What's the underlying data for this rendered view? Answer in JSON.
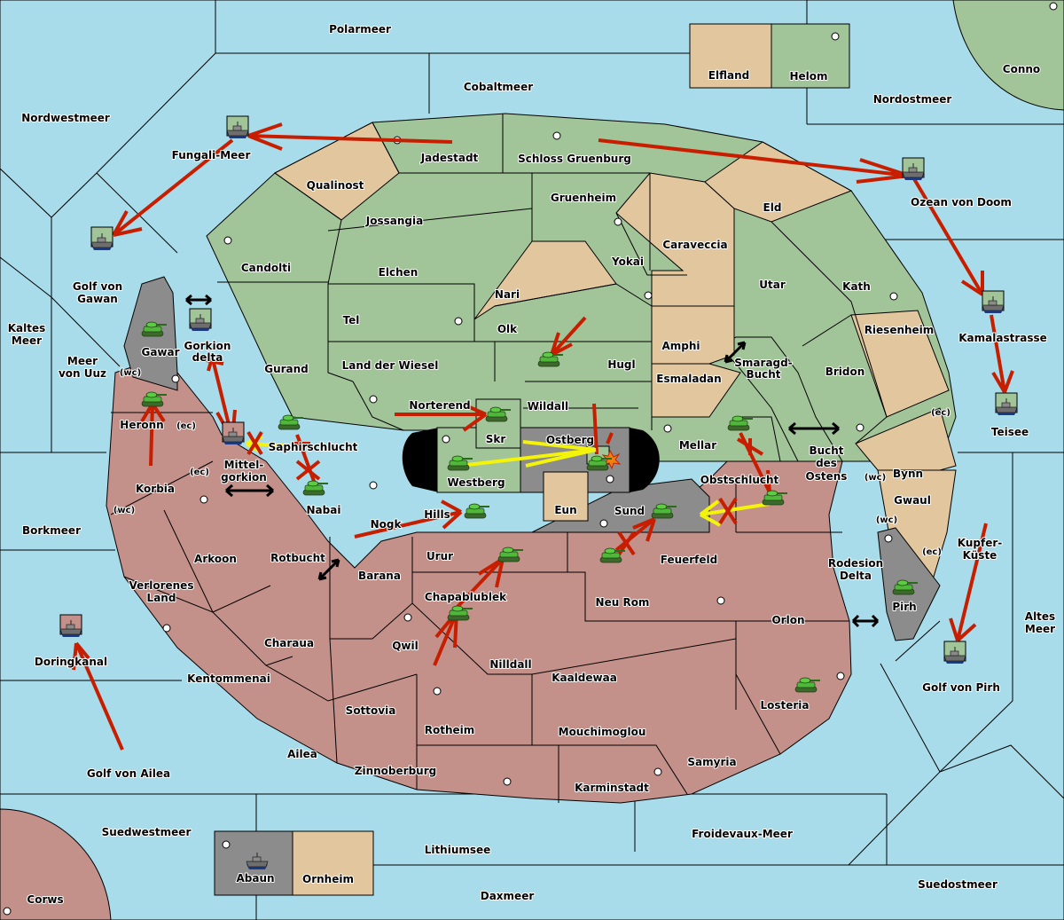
{
  "title": "Diplomacy variant map",
  "colors": {
    "sea": "#a8dcea",
    "power_green": "#a2c499",
    "power_red": "#c4908a",
    "neutral_tan": "#e2c69e",
    "power_grey": "#8c8c8c",
    "order_arrow": "#c81e00",
    "support_arrow": "#f4f40a"
  },
  "seas": [
    "Polarmeer",
    "Cobaltmeer",
    "Nordwestmeer",
    "Fungali-Meer",
    "Nordostmeer",
    "Ozean von Doom",
    "Golf von Gawan",
    "Kaltes Meer",
    "Meer von Uuz",
    "Gorkion delta",
    "Mittel-gorkion",
    "Borkmeer",
    "Rotbucht",
    "Doringkanal",
    "Golf von Ailea",
    "Suedwestmeer",
    "Lithiumsee",
    "Daxmeer",
    "Froidevaux-Meer",
    "Suedostmeer",
    "Golf von Pirh",
    "Altes Meer",
    "Kupfer-Küste",
    "Rodesion Delta",
    "Bucht des Ostens",
    "Smaragd-Bucht",
    "Kamalastrasse",
    "Teisee"
  ],
  "land": [
    "Elfland",
    "Helom",
    "Conno",
    "Jadestadt",
    "Schloss Gruenburg",
    "Qualinost",
    "Gruenheim",
    "Eld",
    "Jossangia",
    "Caraveccia",
    "Candolti",
    "Elchen",
    "Yokai",
    "Utar",
    "Kath",
    "Nari",
    "Tel",
    "Olk",
    "Amphi",
    "Riesenheim",
    "Gurand",
    "Land der Wiesel",
    "Hugl",
    "Esmaladan",
    "Bridon",
    "Gawar",
    "Norterend",
    "Wildall",
    "Skr",
    "Ostberg",
    "Mellar",
    "Heronn",
    "Saphirschlucht",
    "Westberg",
    "Obstschlucht",
    "Bynn",
    "Korbia",
    "Nabai",
    "Eun",
    "Sund",
    "Hills",
    "Nogk",
    "Gwaul",
    "Urur",
    "Feuerfeld",
    "Arkoon",
    "Barana",
    "Verlorenes Land",
    "Chapablublek",
    "Neu Rom",
    "Pirh",
    "Orlon",
    "Qwil",
    "Charaua",
    "Nilldall",
    "Kaaldewaa",
    "Kentommenai",
    "Losteria",
    "Sottovia",
    "Rotheim",
    "Mouchimoglou",
    "Ailea",
    "Samyria",
    "Zinnoberburg",
    "Karminstadt",
    "Abaun",
    "Ornheim",
    "Corws"
  ],
  "coast_tags": {
    "wc": "(wc)",
    "ec": "(ec)"
  },
  "labels": {
    "polarmeer": "Polarmeer",
    "cobaltmeer": "Cobaltmeer",
    "nordwestmeer": "Nordwestmeer",
    "fungali": "Fungali-Meer",
    "nordostmeer": "Nordostmeer",
    "ozean": "Ozean von Doom",
    "gawan1": "Golf von",
    "gawan2": "Gawan",
    "kaltes1": "Kaltes",
    "kaltes2": "Meer",
    "uuz1": "Meer",
    "uuz2": "von Uuz",
    "gork1": "Gorkion",
    "gork2": "delta",
    "mittel1": "Mittel-",
    "mittel2": "gorkion",
    "borkmeer": "Borkmeer",
    "rotbucht": "Rotbucht",
    "doringkanal": "Doringkanal",
    "ailea_golf": "Golf von Ailea",
    "suedwestmeer": "Suedwestmeer",
    "lithiumsee": "Lithiumsee",
    "daxmeer": "Daxmeer",
    "froidevaux": "Froidevaux-Meer",
    "suedostmeer": "Suedostmeer",
    "pirh_golf": "Golf von Pirh",
    "altes1": "Altes",
    "altes2": "Meer",
    "kupfer1": "Kupfer-",
    "kupfer2": "Küste",
    "rodesion1": "Rodesion",
    "rodesion2": "Delta",
    "bucht1": "Bucht",
    "bucht2": "des",
    "bucht3": "Ostens",
    "smaragd1": "Smaragd-",
    "smaragd2": "Bucht",
    "kamala": "Kamalastrasse",
    "teisee": "Teisee",
    "elfland": "Elfland",
    "helom": "Helom",
    "conno": "Conno",
    "jadestadt": "Jadestadt",
    "schloss": "Schloss Gruenburg",
    "qualinost": "Qualinost",
    "gruenheim": "Gruenheim",
    "eld": "Eld",
    "jossangia": "Jossangia",
    "caraveccia": "Caraveccia",
    "candolti": "Candolti",
    "elchen": "Elchen",
    "yokai": "Yokai",
    "utar": "Utar",
    "kath": "Kath",
    "nari": "Nari",
    "tel": "Tel",
    "olk": "Olk",
    "amphi": "Amphi",
    "riesenheim": "Riesenheim",
    "gurand": "Gurand",
    "wiesel": "Land der Wiesel",
    "hugl": "Hugl",
    "esmaladan": "Esmaladan",
    "bridon": "Bridon",
    "gawar": "Gawar",
    "norterend": "Norterend",
    "wildall": "Wildall",
    "skr": "Skr",
    "ostberg": "Ostberg",
    "mellar": "Mellar",
    "heronn": "Heronn",
    "saphir": "Saphirschlucht",
    "westberg": "Westberg",
    "obst": "Obstschlucht",
    "bynn": "Bynn",
    "korbia": "Korbia",
    "nabai": "Nabai",
    "eun": "Eun",
    "sund": "Sund",
    "hills": "Hills",
    "nogk": "Nogk",
    "gwaul": "Gwaul",
    "urur": "Urur",
    "feuerfeld": "Feuerfeld",
    "arkoon": "Arkoon",
    "barana": "Barana",
    "verl1": "Verlorenes",
    "verl2": "Land",
    "chapa": "Chapablublek",
    "neurom": "Neu Rom",
    "pirh": "Pirh",
    "orlon": "Orlon",
    "qwil": "Qwil",
    "charaua": "Charaua",
    "nilldall": "Nilldall",
    "kaaldewaa": "Kaaldewaa",
    "kentommenai": "Kentommenai",
    "losteria": "Losteria",
    "sottovia": "Sottovia",
    "rotheim": "Rotheim",
    "mouchi": "Mouchimoglou",
    "ailea": "Ailea",
    "samyria": "Samyria",
    "zinnoberburg": "Zinnoberburg",
    "karminstadt": "Karminstadt",
    "abaun": "Abaun",
    "ornheim": "Ornheim",
    "corws": "Corws"
  },
  "units": [
    {
      "type": "fleet",
      "province": "Fungali-Meer",
      "owner": "green"
    },
    {
      "type": "fleet",
      "province": "Golf von Gawan",
      "owner": "green"
    },
    {
      "type": "fleet",
      "province": "Ozean von Doom",
      "owner": "green"
    },
    {
      "type": "fleet",
      "province": "Kamalastrasse",
      "owner": "green"
    },
    {
      "type": "fleet",
      "province": "Teisee",
      "owner": "green"
    },
    {
      "type": "fleet",
      "province": "Golf von Pirh",
      "owner": "green"
    },
    {
      "type": "fleet",
      "province": "Gorkion delta",
      "owner": "green"
    },
    {
      "type": "fleet",
      "province": "Mittel-gorkion",
      "owner": "red"
    },
    {
      "type": "fleet",
      "province": "Doringkanal",
      "owner": "red"
    },
    {
      "type": "fleet",
      "province": "Abaun",
      "owner": "grey"
    },
    {
      "type": "army",
      "province": "Gawar"
    },
    {
      "type": "army",
      "province": "Heronn"
    },
    {
      "type": "army",
      "province": "Saphirschlucht"
    },
    {
      "type": "army",
      "province": "Nabai"
    },
    {
      "type": "army",
      "province": "Hugl"
    },
    {
      "type": "army",
      "province": "Skr"
    },
    {
      "type": "army",
      "province": "Westberg"
    },
    {
      "type": "army",
      "province": "Ostberg",
      "dislodged": true
    },
    {
      "type": "army",
      "province": "Mellar"
    },
    {
      "type": "army",
      "province": "Obstschlucht"
    },
    {
      "type": "army",
      "province": "Hills"
    },
    {
      "type": "army",
      "province": "Sund"
    },
    {
      "type": "army",
      "province": "Feuerfeld"
    },
    {
      "type": "army",
      "province": "Urur"
    },
    {
      "type": "army",
      "province": "Chapablublek"
    },
    {
      "type": "army",
      "province": "Pirh"
    },
    {
      "type": "army",
      "province": "Losteria"
    }
  ]
}
